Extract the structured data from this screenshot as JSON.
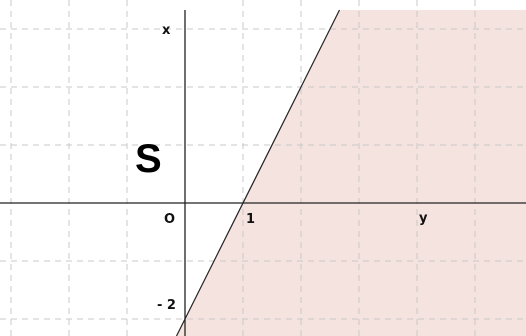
{
  "diagram": {
    "type": "half-plane",
    "axes": {
      "horizontal_label": "y",
      "vertical_label": "x",
      "origin_label": "O"
    },
    "tick_labels": {
      "horizontal_one": "1",
      "vertical_minus_two": "- 2"
    },
    "region_label": "S",
    "boundary_line": {
      "through": [
        [
          1,
          0
        ],
        [
          0,
          -2
        ]
      ]
    },
    "grid": true,
    "grid_step": 1,
    "colors": {
      "region_fill": "#f5e3e0",
      "grid": "#c9c9c9",
      "axis": "#222222",
      "boundary": "#222222"
    }
  }
}
